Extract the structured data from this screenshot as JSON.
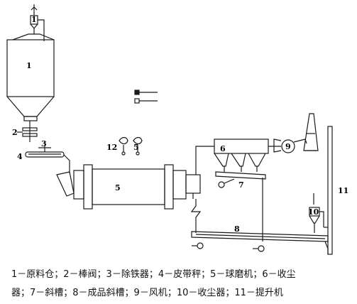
{
  "labels": {
    "l1": "1",
    "l1_top": "1",
    "l2": "2",
    "l3": "3",
    "l4": "4",
    "l5": "5",
    "l6": "6",
    "l7": "7",
    "l8": "8",
    "l9": "9",
    "l10": "10",
    "l11": "11",
    "l12": "12",
    "l13": "5"
  },
  "caption": {
    "line1": "1－原料仓；2－棒阀；3－除铁器；4－皮带秤；5－球磨机；6－收尘",
    "line2": "器；7－斜槽；8－成品斜槽；9－风机；10－收尘器；11－提升机"
  },
  "colors": {
    "line": "#1a1a1a",
    "background": "#ffffff"
  }
}
